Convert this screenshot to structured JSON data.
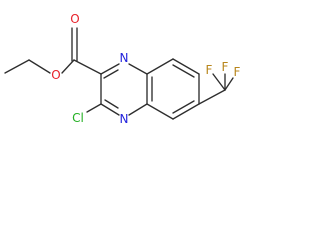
{
  "molecule": {
    "atoms": {
      "carbonyl_oxygen": {
        "label": "O",
        "color": "#e8222b"
      },
      "ester_oxygen": {
        "label": "O",
        "color": "#e8222b"
      },
      "ring_nitrogen_top": {
        "label": "N",
        "color": "#2323dc"
      },
      "ring_nitrogen_bottom": {
        "label": "N",
        "color": "#2323dc"
      },
      "chlorine": {
        "label": "Cl",
        "color": "#22b022"
      },
      "fluorine_left": {
        "label": "F",
        "color": "#b8861c"
      },
      "fluorine_top": {
        "label": "F",
        "color": "#b8861c"
      },
      "fluorine_right": {
        "label": "F",
        "color": "#b8861c"
      }
    },
    "bond_color": "#2e2e2e"
  }
}
